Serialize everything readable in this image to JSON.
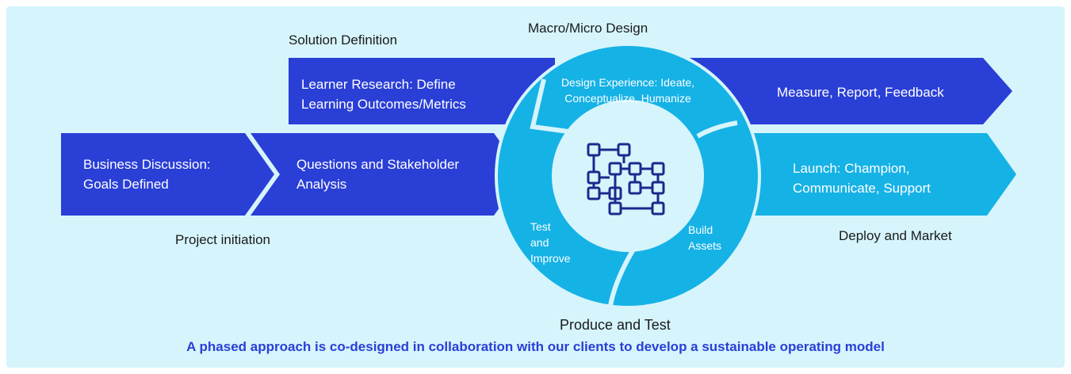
{
  "colors": {
    "panel_bg": "#d6f4fc",
    "dark_blue": "#2a3fd6",
    "cyan": "#15b2e6",
    "icon_navy": "#1a2a8c"
  },
  "labels": {
    "solution_definition": "Solution Definition",
    "macro_micro_design": "Macro/Micro Design",
    "project_initiation": "Project initiation",
    "deploy_and_market": "Deploy and Market",
    "produce_and_test": "Produce and Test"
  },
  "arrows": {
    "learner_research": [
      "Learner Research: Define",
      "Learning Outcomes/Metrics"
    ],
    "measure": [
      "Measure, Report, Feedback"
    ],
    "business_discussion": [
      "Business Discussion:",
      "Goals Defined"
    ],
    "questions": [
      "Questions and Stakeholder",
      "Analysis"
    ],
    "launch": [
      "Launch: Champion,",
      "Communicate, Support"
    ]
  },
  "cycle": {
    "design_experience": [
      "Design Experience: Ideate,",
      "Conceptualize, Humanize"
    ],
    "test_improve": [
      "Test",
      "and",
      "Improve"
    ],
    "build_assets": [
      "Build",
      "Assets"
    ],
    "center_icon": "network-grid-icon"
  },
  "caption": "A phased approach is co-designed in collaboration with our clients to develop a sustainable operating model"
}
